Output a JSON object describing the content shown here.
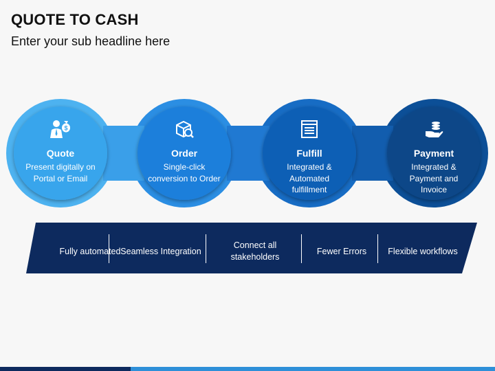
{
  "title": "QUOTE TO CASH",
  "subtitle": "Enter your sub headline here",
  "steps": [
    {
      "name": "Quote",
      "desc": "Present digitally on Portal or Email",
      "icon": "user-money-icon",
      "color": "#38a5ec"
    },
    {
      "name": "Order",
      "desc": "Single-click conversion to Order",
      "icon": "box-search-icon",
      "color": "#1e7fdb"
    },
    {
      "name": "Fulfill",
      "desc": "Integrated & Automated fulfillment",
      "icon": "document-window-icon",
      "color": "#0e5fb5"
    },
    {
      "name": "Payment",
      "desc": "Integrated & Payment and Invoice",
      "icon": "hand-coins-icon",
      "color": "#0b4688"
    }
  ],
  "banner": {
    "color": "#0d2a5e",
    "items": [
      "Fully automated",
      "Seamless Integration",
      "Connect all stakeholders",
      "Fewer Errors",
      "Flexible workflows"
    ]
  }
}
